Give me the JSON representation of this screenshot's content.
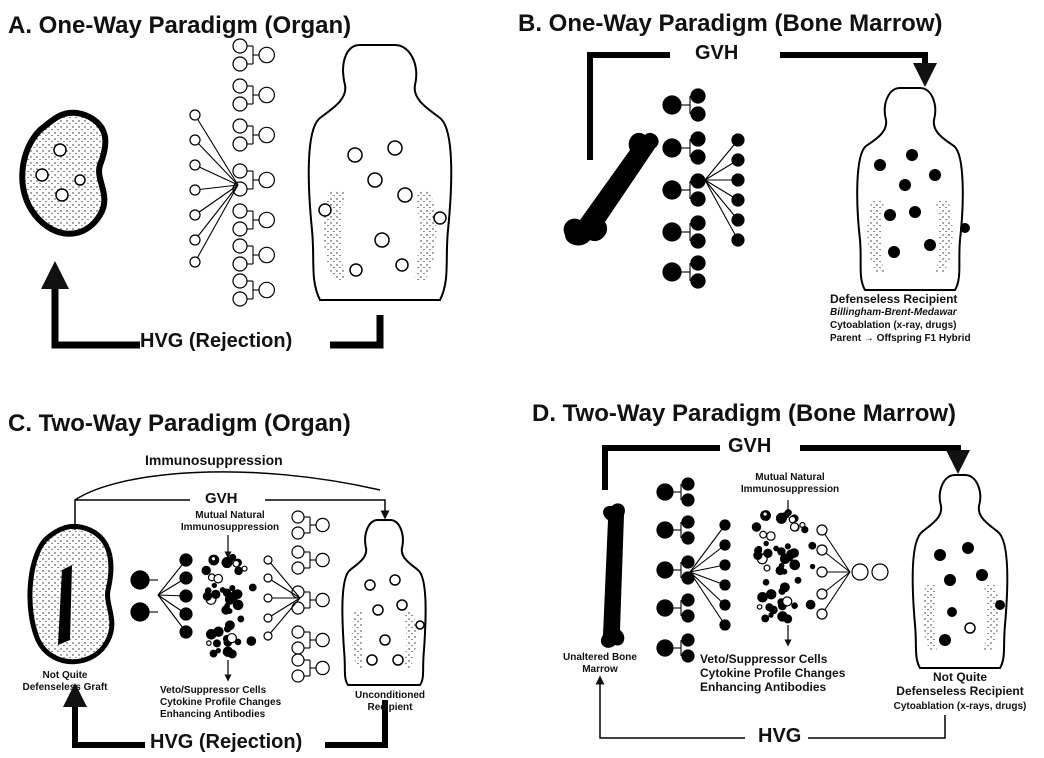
{
  "panels": {
    "a": {
      "title": "A. One-Way Paradigm (Organ)",
      "hvg": "HVG (Rejection)"
    },
    "b": {
      "title": "B. One-Way Paradigm (Bone Marrow)",
      "gvh": "GVH",
      "recipient_title": "Defenseless Recipient",
      "recipient_line1": "Billingham-Brent-Medawar",
      "recipient_line2": "Cytoablation (x-ray, drugs)",
      "recipient_line3": "Parent → Offspring F1 Hybrid"
    },
    "c": {
      "title": "C. Two-Way Paradigm (Organ)",
      "immuno": "Immunosuppression",
      "gvh": "GVH",
      "mutual1": "Mutual Natural",
      "mutual2": "Immunosuppression",
      "graft1": "Not Quite",
      "graft2": "Defenseless Graft",
      "recip1": "Unconditioned",
      "recip2": "Recipient",
      "effect1": "Veto/Suppressor Cells",
      "effect2": "Cytokine Profile Changes",
      "effect3": "Enhancing Antibodies",
      "hvg": "HVG (Rejection)"
    },
    "d": {
      "title": "D. Two-Way Paradigm (Bone Marrow)",
      "gvh": "GVH",
      "mutual1": "Mutual Natural",
      "mutual2": "Immunosuppression",
      "marrow1": "Unaltered Bone",
      "marrow2": "Marrow",
      "effect1": "Veto/Suppressor Cells",
      "effect2": "Cytokine Profile Changes",
      "effect3": "Enhancing Antibodies",
      "recip1": "Not Quite",
      "recip2": "Defenseless Recipient",
      "recip3": "Cytoablation (x-rays, drugs)",
      "hvg": "HVG"
    }
  }
}
